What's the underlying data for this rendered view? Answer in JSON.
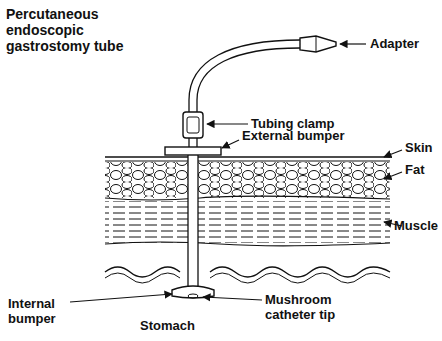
{
  "diagram": {
    "title": "Percutaneous endoscopic gastrostomy tube",
    "labels": [
      "Adapter",
      "Tubing clamp",
      "External bumper",
      "Skin",
      "Fat",
      "Muscle",
      "Internal bumper",
      "Stomach",
      "Mushroom catheter tip"
    ]
  }
}
